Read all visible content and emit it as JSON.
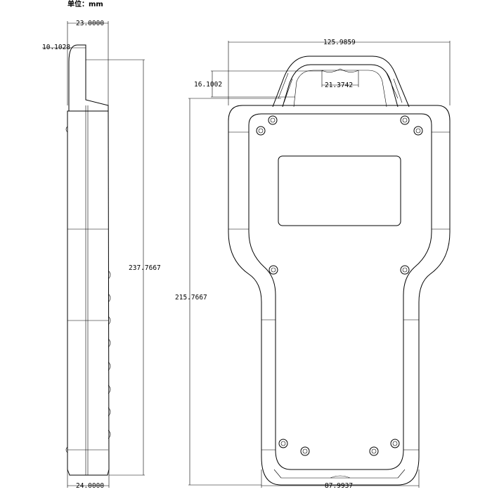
{
  "header": {
    "unit_label": "单位：mm"
  },
  "dimensions": {
    "side_thickness_top": "23.0000",
    "side_thickness_bottom": "24.0000",
    "side_cap_offset": "10.1028",
    "side_total_height": "237.7667",
    "front_total_width": "125.9859",
    "front_handle_height": "16.1002",
    "front_handle_notch": "21.3742",
    "front_body_height": "215.7667",
    "front_bottom_width": "87.9937"
  }
}
